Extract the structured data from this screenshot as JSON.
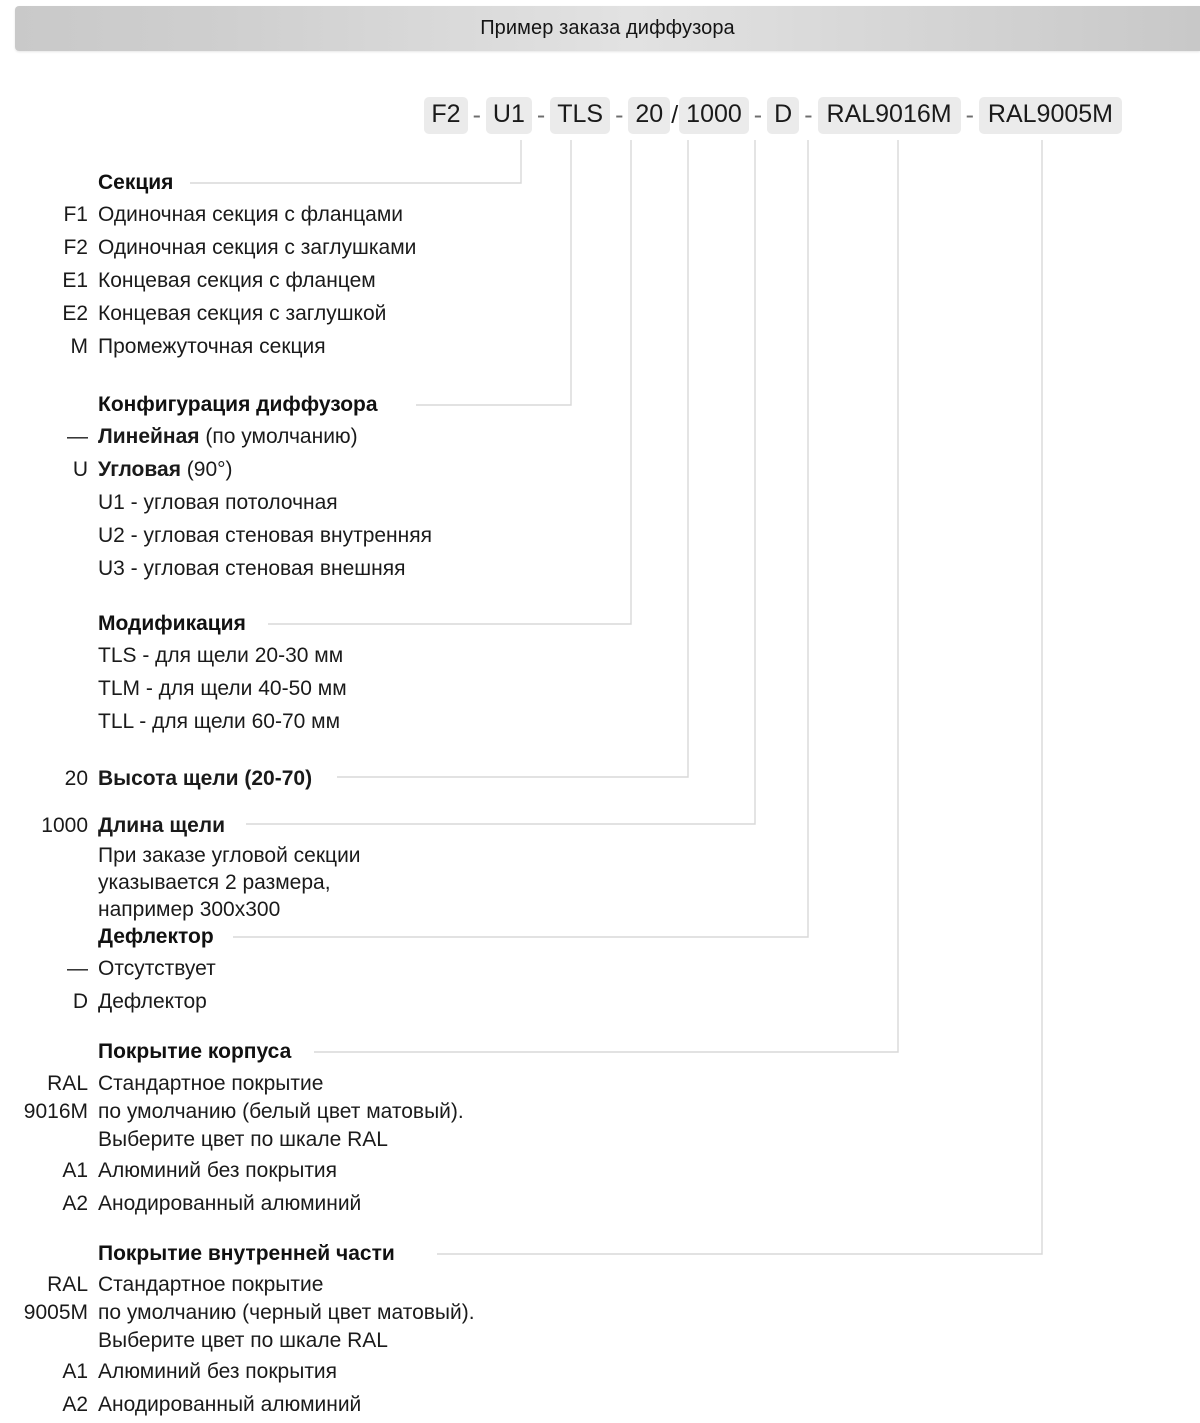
{
  "header": {
    "title": "Пример заказа диффузора"
  },
  "code_string": {
    "parts": [
      {
        "type": "chip",
        "text": "F2"
      },
      {
        "type": "sep",
        "text": "-"
      },
      {
        "type": "chip",
        "text": "U1"
      },
      {
        "type": "sep",
        "text": "-"
      },
      {
        "type": "chip",
        "text": "TLS"
      },
      {
        "type": "sep",
        "text": "-"
      },
      {
        "type": "chip",
        "text": "20"
      },
      {
        "type": "slash",
        "text": "/"
      },
      {
        "type": "chip",
        "text": "1000"
      },
      {
        "type": "sep",
        "text": "-"
      },
      {
        "type": "chip",
        "text": "D"
      },
      {
        "type": "sep",
        "text": "-"
      },
      {
        "type": "chip",
        "text": "RAL9016M"
      },
      {
        "type": "sep",
        "text": "-"
      },
      {
        "type": "chip",
        "text": "RAL9005M"
      }
    ],
    "chips": {
      "section": "F2",
      "configuration": "U1",
      "modification": "TLS",
      "slot_height": "20",
      "slot_length": "1000",
      "deflector": "D",
      "body_coating": "RAL9016M",
      "inner_coating": "RAL9005M"
    }
  },
  "blocks": {
    "section": {
      "heading": "Секция",
      "items": [
        {
          "code": "F1",
          "text": "Одиночная секция с  фланцами"
        },
        {
          "code": "F2",
          "text": "Одиночная секция с заглушками"
        },
        {
          "code": "E1",
          "text": "Концевая секция с фланцем"
        },
        {
          "code": "E2",
          "text": "Концевая секция с заглушкой"
        },
        {
          "code": "M",
          "text": "Промежуточная секция"
        }
      ]
    },
    "configuration": {
      "heading": "Конфигурация диффузора",
      "items": [
        {
          "code": "—",
          "bold": "Линейная",
          "rest": " (по умолчанию)"
        },
        {
          "code": "U",
          "bold": "Угловая",
          "rest": " (90°)"
        }
      ],
      "nested": [
        "U1 - угловая потолочная",
        "U2 - угловая стеновая внутренняя",
        "U3 - угловая стеновая внешняя"
      ]
    },
    "modification": {
      "heading": "Модификация",
      "nested": [
        "TLS -  для щели 20-30 мм",
        "TLM -  для щели 40-50 мм",
        "TLL -  для щели 60-70 мм"
      ]
    },
    "slot_height": {
      "code": "20",
      "heading": "Высота щели (20-70)"
    },
    "slot_length": {
      "code": "1000",
      "heading": "Длина щели",
      "note": [
        "При заказе угловой секции",
        "указывается 2 размера,",
        "например 300х300"
      ]
    },
    "deflector": {
      "heading": "Дефлектор",
      "items": [
        {
          "code": "—",
          "text": "Отсутствует"
        },
        {
          "code": "D",
          "text": "Дефлектор"
        }
      ]
    },
    "body_coating": {
      "heading": "Покрытие корпуса",
      "code_line1": "RAL",
      "code_line2": "9016M",
      "note": [
        "Стандартное покрытие",
        "по умолчанию (белый цвет матовый).",
        "Выберите цвет по шкале RAL"
      ],
      "items": [
        {
          "code": "A1",
          "text": "Алюминий без покрытия"
        },
        {
          "code": "A2",
          "text": "Анодированный алюминий"
        }
      ]
    },
    "inner_coating": {
      "heading": "Покрытие внутренней части",
      "code_line1": "RAL",
      "code_line2": "9005M",
      "note": [
        "Стандартное покрытие",
        "по умолчанию (черный цвет матовый).",
        "Выберите цвет по шкале RAL"
      ],
      "items": [
        {
          "code": "A1",
          "text": "Алюминий без покрытия"
        },
        {
          "code": "A2",
          "text": "Анодированный алюминий"
        }
      ]
    }
  },
  "colors": {
    "line": "#d8d8d8",
    "chip_bg": "#ebebeb",
    "text": "#1a1a1a",
    "header_gradient_start": "#c9c9c9",
    "header_gradient_mid": "#e2e2e2",
    "header_gradient_end": "#c8c8c8"
  }
}
